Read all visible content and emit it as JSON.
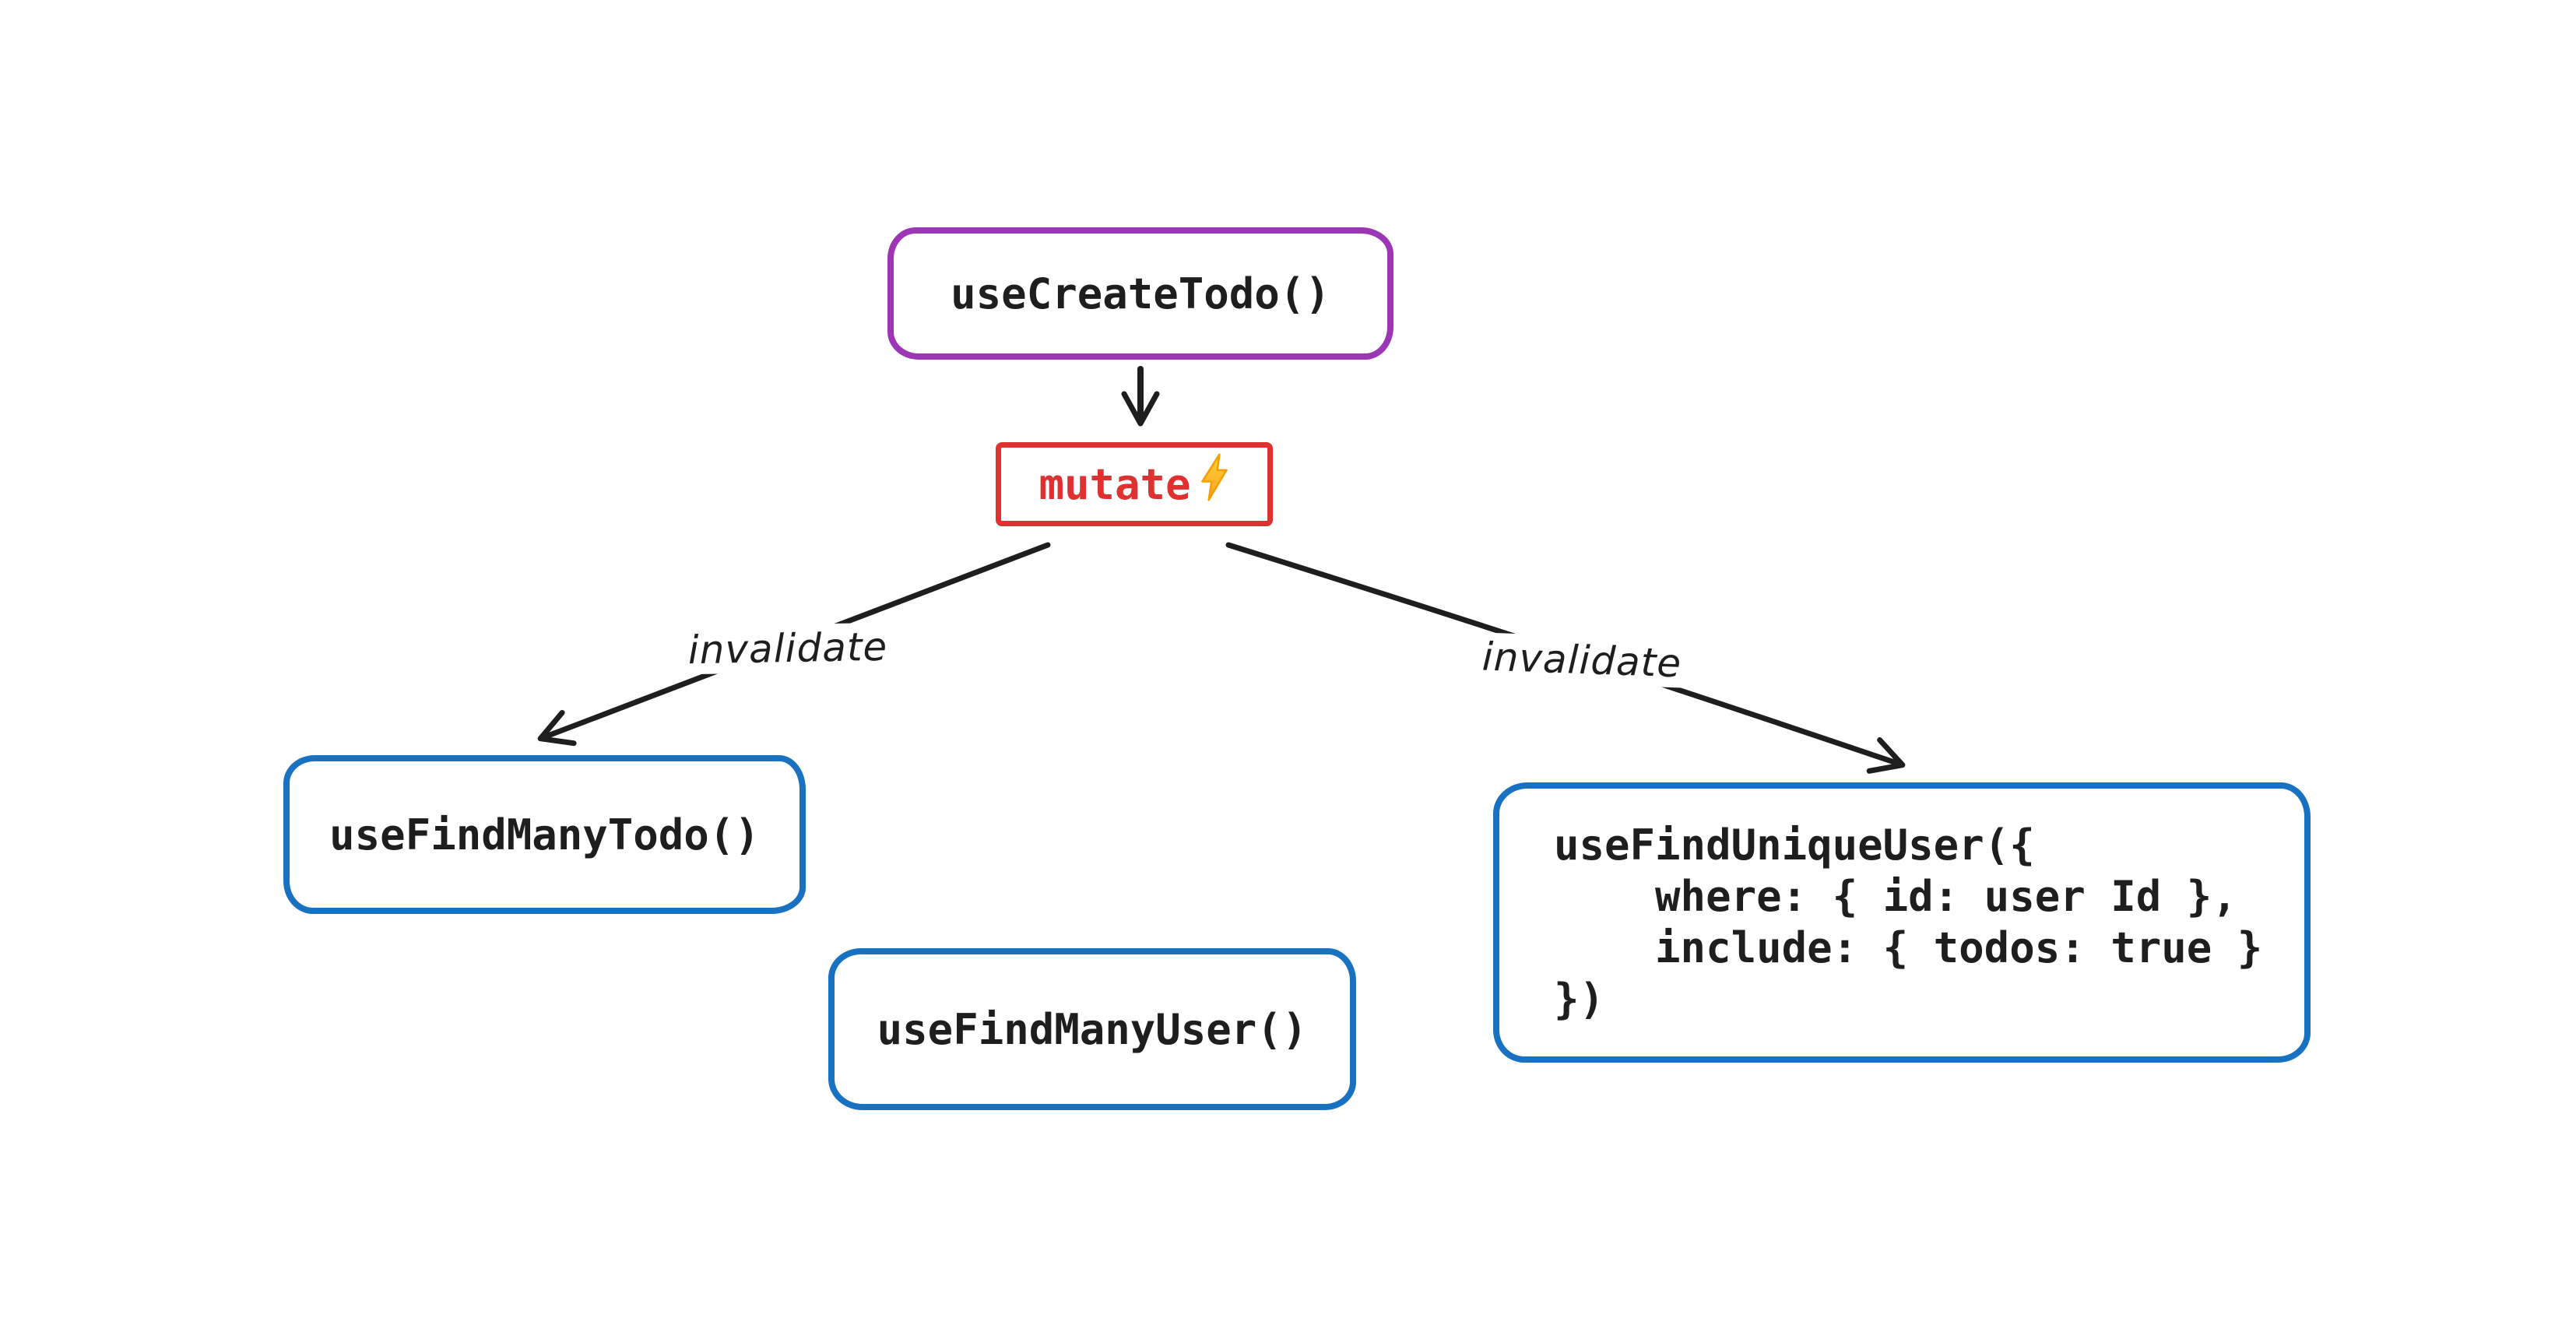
{
  "diagram": {
    "nodes": {
      "create_todo": {
        "label": "useCreateTodo()",
        "border_color": "#9c36b5"
      },
      "mutate": {
        "label": "mutate",
        "icon": "lightning-bolt",
        "border_color": "#e03131",
        "text_color": "#e03131"
      },
      "find_many_todo": {
        "label": "useFindManyTodo()",
        "border_color": "#1971c2"
      },
      "find_many_user": {
        "label": "useFindManyUser()",
        "border_color": "#1971c2"
      },
      "find_unique_user": {
        "code": "useFindUniqueUser({\n    where: { id: user Id },\n    include: { todos: true }\n})",
        "border_color": "#1971c2"
      }
    },
    "edges": {
      "create_to_mutate": {
        "label": ""
      },
      "mutate_to_find_many_todo": {
        "label": "invalidate"
      },
      "mutate_to_find_unique_user": {
        "label": "invalidate"
      }
    },
    "colors": {
      "background": "#ffffff",
      "text": "#1e1e1e",
      "arrow": "#1e1e1e",
      "purple": "#9c36b5",
      "red": "#e03131",
      "blue": "#1971c2",
      "bolt_yellow": "#ffd43b",
      "bolt_orange": "#f59f00"
    }
  }
}
